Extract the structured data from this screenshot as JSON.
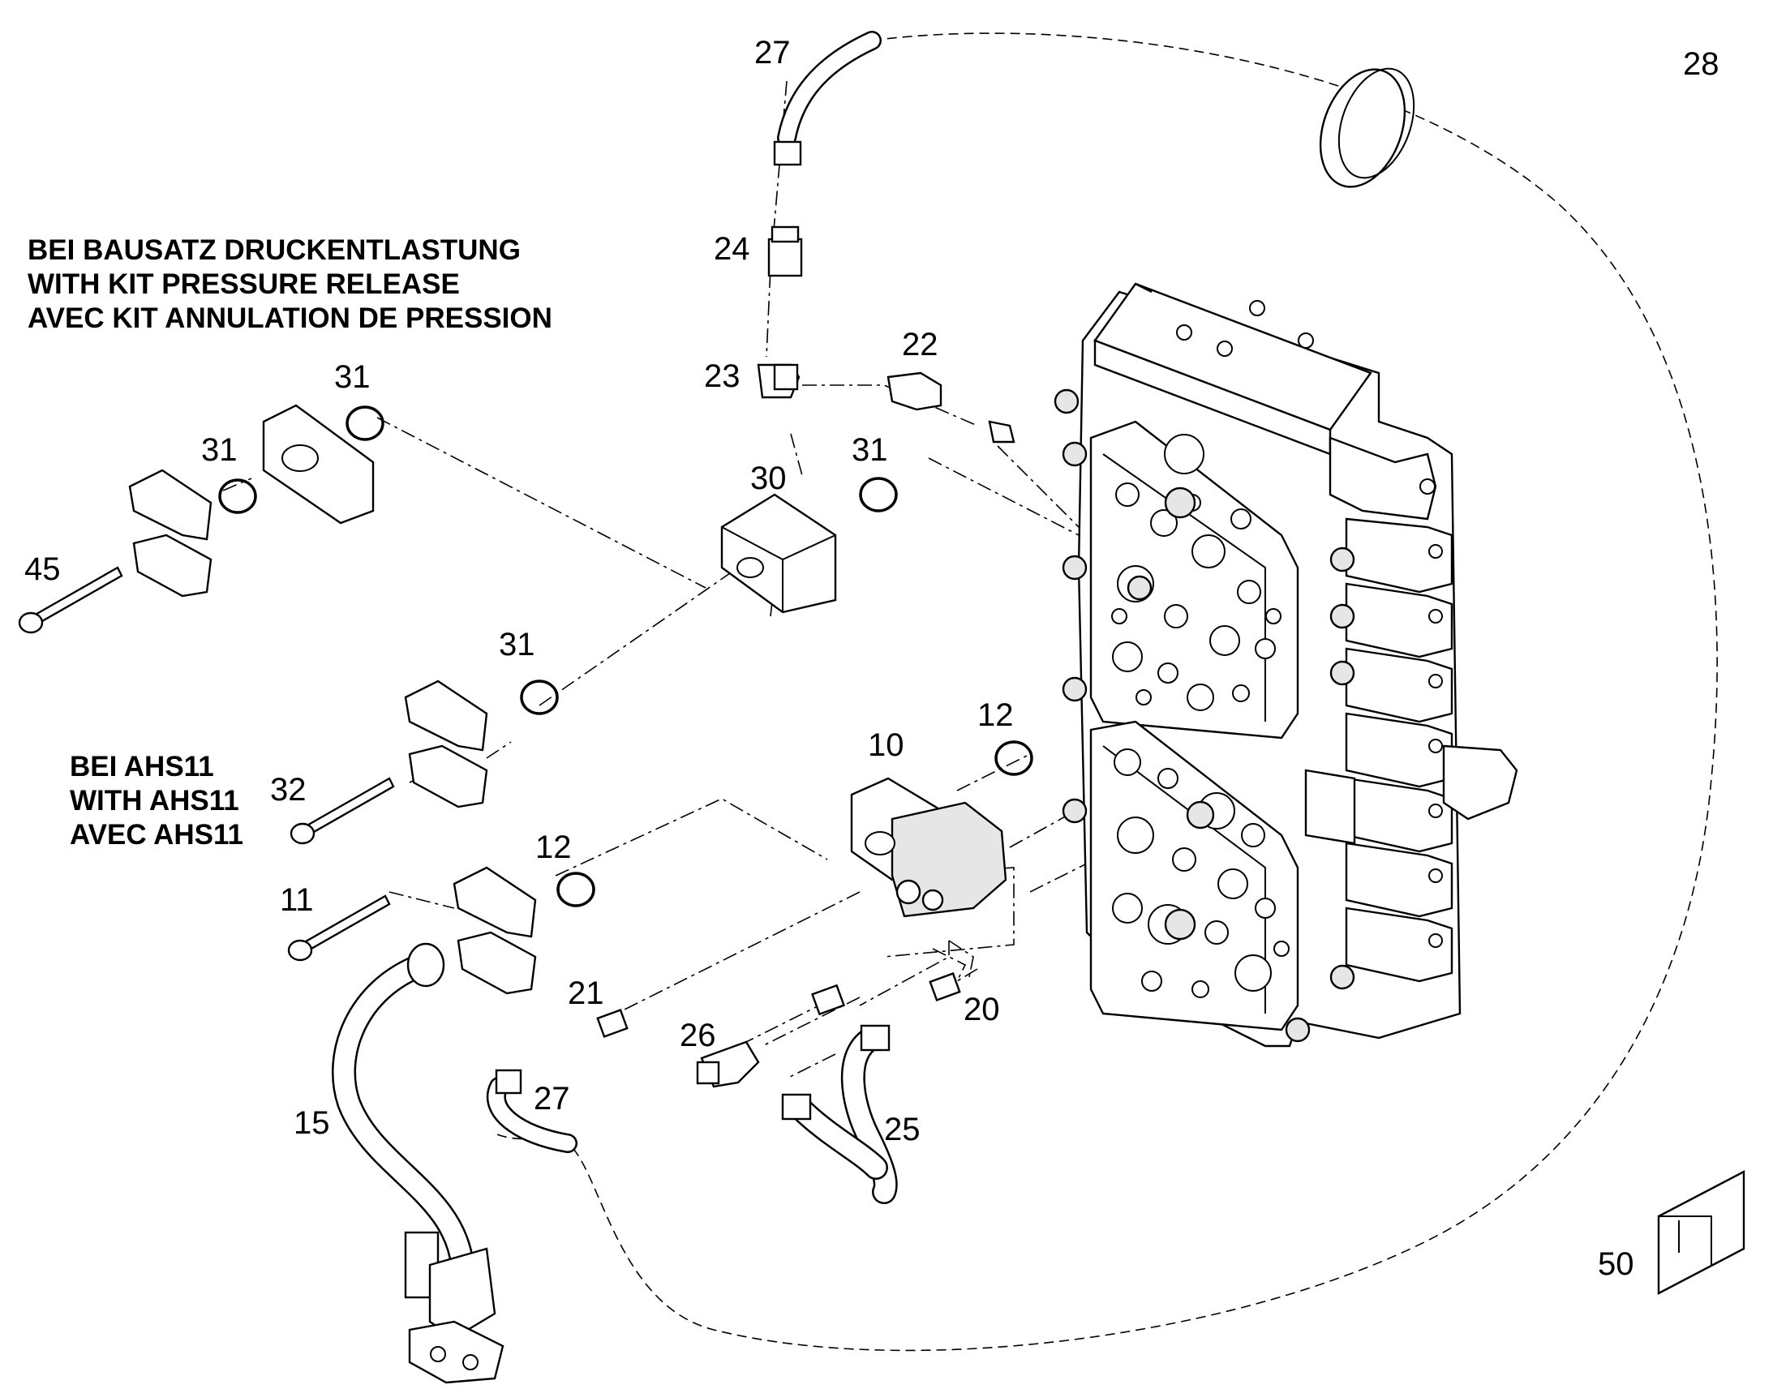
{
  "notes": {
    "pressure_release": [
      "BEI BAUSATZ DRUCKENTLASTUNG",
      "WITH KIT PRESSURE RELEASE",
      "AVEC KIT ANNULATION DE PRESSION"
    ],
    "ahs11": [
      "BEI AHS11",
      "WITH AHS11",
      "AVEC AHS11"
    ]
  },
  "callouts": {
    "c27_top": "27",
    "c28": "28",
    "c24": "24",
    "c22": "22",
    "c23": "23",
    "c31_a": "31",
    "c31_b": "31",
    "c31_c": "31",
    "c31_d": "31",
    "c30": "30",
    "c45": "45",
    "c10": "10",
    "c12_a": "12",
    "c12_b": "12",
    "c32": "32",
    "c11": "11",
    "c21": "21",
    "c20": "20",
    "c26": "26",
    "c27_bottom": "27",
    "c25": "25",
    "c15": "15",
    "c50": "50"
  }
}
